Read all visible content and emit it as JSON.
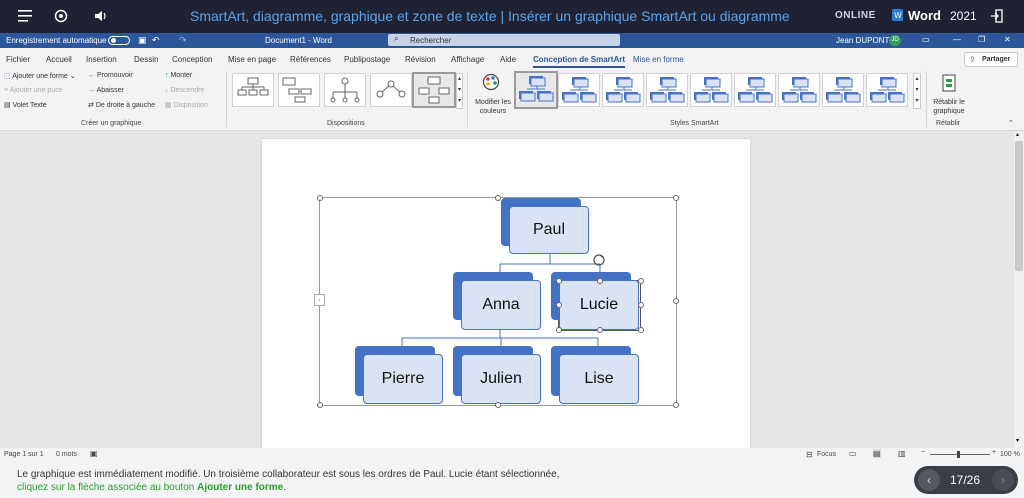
{
  "course": {
    "title": "SmartArt, diagramme, graphique et zone de texte | Insérer un graphique SmartArt ou diagramme",
    "brand_online": "ONLINE",
    "brand_word": "Word",
    "brand_year": "2021"
  },
  "window": {
    "autosave_label": "Enregistrement automatique",
    "doc_title": "Document1 - Word",
    "search_placeholder": "Rechercher",
    "user_name": "Jean DUPONT",
    "user_initials": "JD"
  },
  "tabs": [
    "Fichier",
    "Accueil",
    "Insertion",
    "Dessin",
    "Conception",
    "Mise en page",
    "Références",
    "Publipostage",
    "Révision",
    "Affichage",
    "Aide",
    "Conception de SmartArt",
    "Mise en forme"
  ],
  "share_label": "Partager",
  "ribbon": {
    "create": {
      "add_shape": "Ajouter une forme",
      "add_bullet": "Ajouter une puce",
      "text_pane": "Volet Texte",
      "promote": "Promouvoir",
      "demote": "Abaisser",
      "rtl": "De droite à gauche",
      "move_up": "Monter",
      "move_down": "Descendre",
      "layout": "Disposition",
      "group": "Créer un graphique"
    },
    "layouts_group": "Dispositions",
    "change_colors": "Modifier les couleurs",
    "styles_group": "Styles SmartArt",
    "reset": "Rétablir le graphique",
    "reset_group": "Rétablir"
  },
  "diagram": {
    "nodes": [
      "Paul",
      "Anna",
      "Lucie",
      "Pierre",
      "Julien",
      "Lise"
    ]
  },
  "status": {
    "page": "Page 1 sur 1",
    "words": "0 mots",
    "focus": "Focus",
    "zoom": "100 %"
  },
  "instruction": {
    "line1": "Le graphique est immédiatement modifié. Un troisième collaborateur est sous les ordres de Paul. Lucie étant sélectionnée,",
    "line2_green": "cliquez sur la flèche associée au bouton ",
    "line2_bold": "Ajouter une forme",
    "line2_end": "."
  },
  "nav": {
    "counter": "17/26"
  },
  "colors": {
    "accent_blue": "#4472c4",
    "node_fill": "#dae3f3",
    "title_bar": "#2b579a",
    "instruction_green": "#2e9d2e"
  }
}
